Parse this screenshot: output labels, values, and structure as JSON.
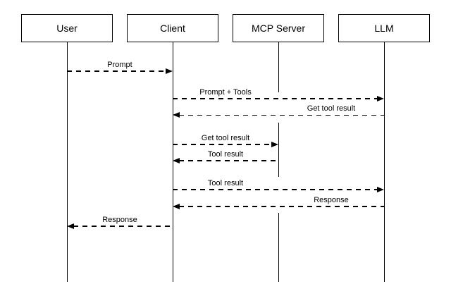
{
  "diagram": {
    "type": "sequence-diagram",
    "colors": {
      "stroke": "#000000",
      "background": "#ffffff"
    },
    "participants": [
      {
        "name": "User"
      },
      {
        "name": "Client"
      },
      {
        "name": "MCP Server"
      },
      {
        "name": "LLM"
      }
    ],
    "messages": [
      {
        "label": "Prompt",
        "from": "User",
        "to": "Client",
        "line": "dashed"
      },
      {
        "label": "Prompt + Tools",
        "from": "Client",
        "to": "LLM",
        "line": "dashed"
      },
      {
        "label": "Get tool result",
        "from": "LLM",
        "to": "Client",
        "line": "dashed"
      },
      {
        "label": "Get tool result",
        "from": "Client",
        "to": "MCP Server",
        "line": "dashed"
      },
      {
        "label": "Tool result",
        "from": "MCP Server",
        "to": "Client",
        "line": "dashed"
      },
      {
        "label": "Tool result",
        "from": "Client",
        "to": "LLM",
        "line": "dashed"
      },
      {
        "label": "Response",
        "from": "LLM",
        "to": "Client",
        "line": "dashed"
      },
      {
        "label": "Response",
        "from": "Client",
        "to": "User",
        "line": "dashed"
      }
    ]
  }
}
